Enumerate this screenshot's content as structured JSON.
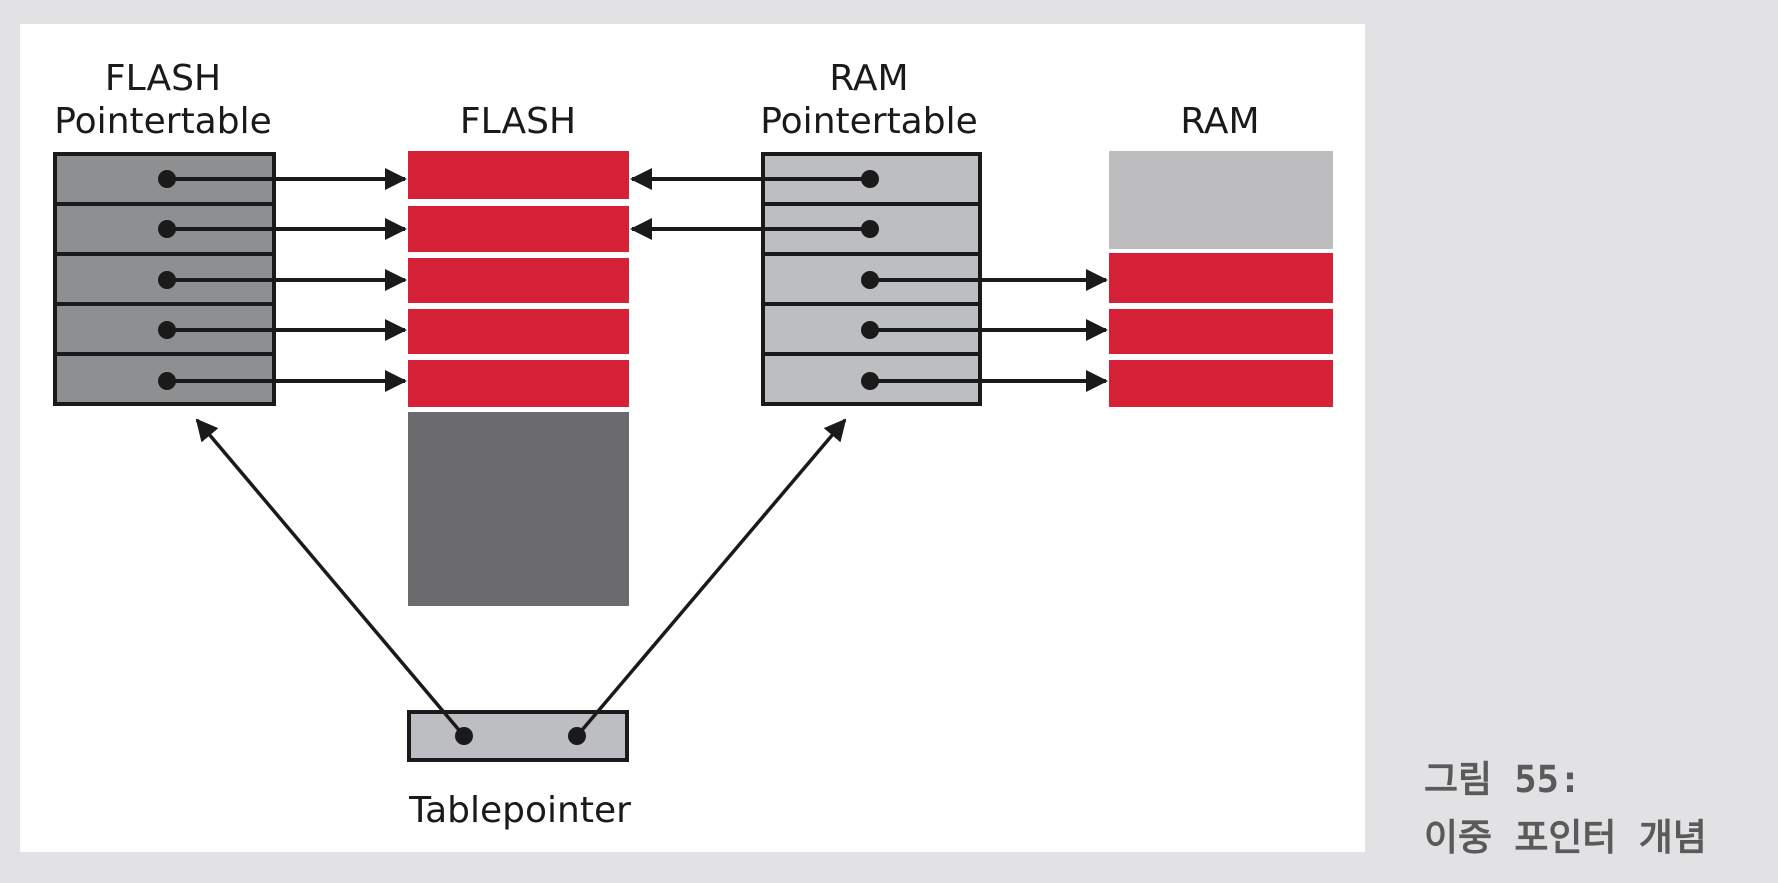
{
  "diagram": {
    "labels": {
      "flash_pointertable_line1": "FLASH",
      "flash_pointertable_line2": "Pointertable",
      "flash": "FLASH",
      "ram_pointertable_line1": "RAM",
      "ram_pointertable_line2": "Pointertable",
      "ram": "RAM",
      "tablepointer": "Tablepointer"
    },
    "caption": {
      "line1": "그림 55:",
      "line2": "이중 포인터 개념"
    },
    "flash_pointertable_rows": 5,
    "ram_pointertable_rows": 5,
    "flash_used_blocks": 5,
    "ram_used_blocks": 3,
    "colors": {
      "background": "#e2e2e4",
      "panel": "#ffffff",
      "used_block": "#d62238",
      "flash_free": "#6b6b6d",
      "ram_free": "#bdbdc0",
      "flash_table": "#8e8f91",
      "ram_table": "#bdbec1",
      "line": "#1a1a1a",
      "caption": "#5a5a5a"
    }
  }
}
